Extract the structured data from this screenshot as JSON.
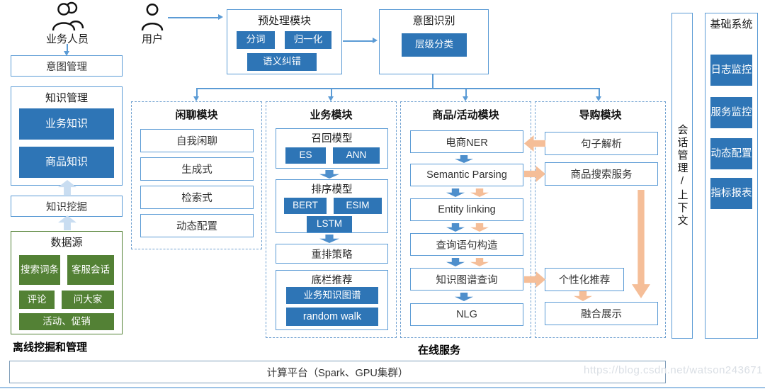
{
  "palette": {
    "blue_fill": "#2E75B6",
    "blue_border": "#5B9BD5",
    "green_fill": "#538135",
    "orange_arrow": "#F5BE98",
    "light_blue_arrow": "#C9DDF1"
  },
  "actors": {
    "business": "业务人员",
    "user": "用户"
  },
  "left": {
    "intent_mgmt": "意图管理",
    "knowledge_mgmt": {
      "title": "知识管理",
      "items": [
        "业务知识",
        "商品知识"
      ]
    },
    "knowledge_mining": "知识挖掘",
    "data_source": {
      "title": "数据源",
      "items": [
        "搜索词条",
        "客服会话",
        "评论",
        "问大家",
        "活动、促销"
      ]
    },
    "offline_label": "离线挖掘和管理"
  },
  "pipeline": {
    "preprocess": {
      "title": "预处理模块",
      "chips": [
        "分词",
        "归一化",
        "语义纠错"
      ]
    },
    "intent": {
      "title": "意图识别",
      "chip": "层级分类"
    }
  },
  "modules": {
    "chat": {
      "title": "闲聊模块",
      "items": [
        "自我闲聊",
        "生成式",
        "检索式",
        "动态配置"
      ]
    },
    "business": {
      "title": "业务模块",
      "recall": {
        "title": "召回模型",
        "chips": [
          "ES",
          "ANN"
        ]
      },
      "rank": {
        "title": "排序模型",
        "chips": [
          "BERT",
          "ESIM",
          "LSTM"
        ]
      },
      "rerank": "重排策略",
      "bottom_bar": {
        "title": "底栏推荐",
        "chips": [
          "业务知识图谱",
          "random walk"
        ]
      }
    },
    "product": {
      "title": "商品/活动模块",
      "items": [
        "电商NER",
        "Semantic Parsing",
        "Entity linking",
        "查询语句构造",
        "知识图谱查询",
        "NLG"
      ]
    },
    "guide": {
      "title": "导购模块",
      "items": [
        "句子解析",
        "商品搜索服务",
        "个性化推荐",
        "融合展示"
      ]
    }
  },
  "right": {
    "session_bar": "会话管理/上下文",
    "base_system": {
      "title": "基础系统",
      "items": [
        "日志监控",
        "服务监控",
        "动态配置",
        "指标报表"
      ]
    }
  },
  "bottom": {
    "online_label": "在线服务",
    "platform": "计算平台（Spark、GPU集群）",
    "watermark": "https://blog.csdn.net/watson243671"
  }
}
